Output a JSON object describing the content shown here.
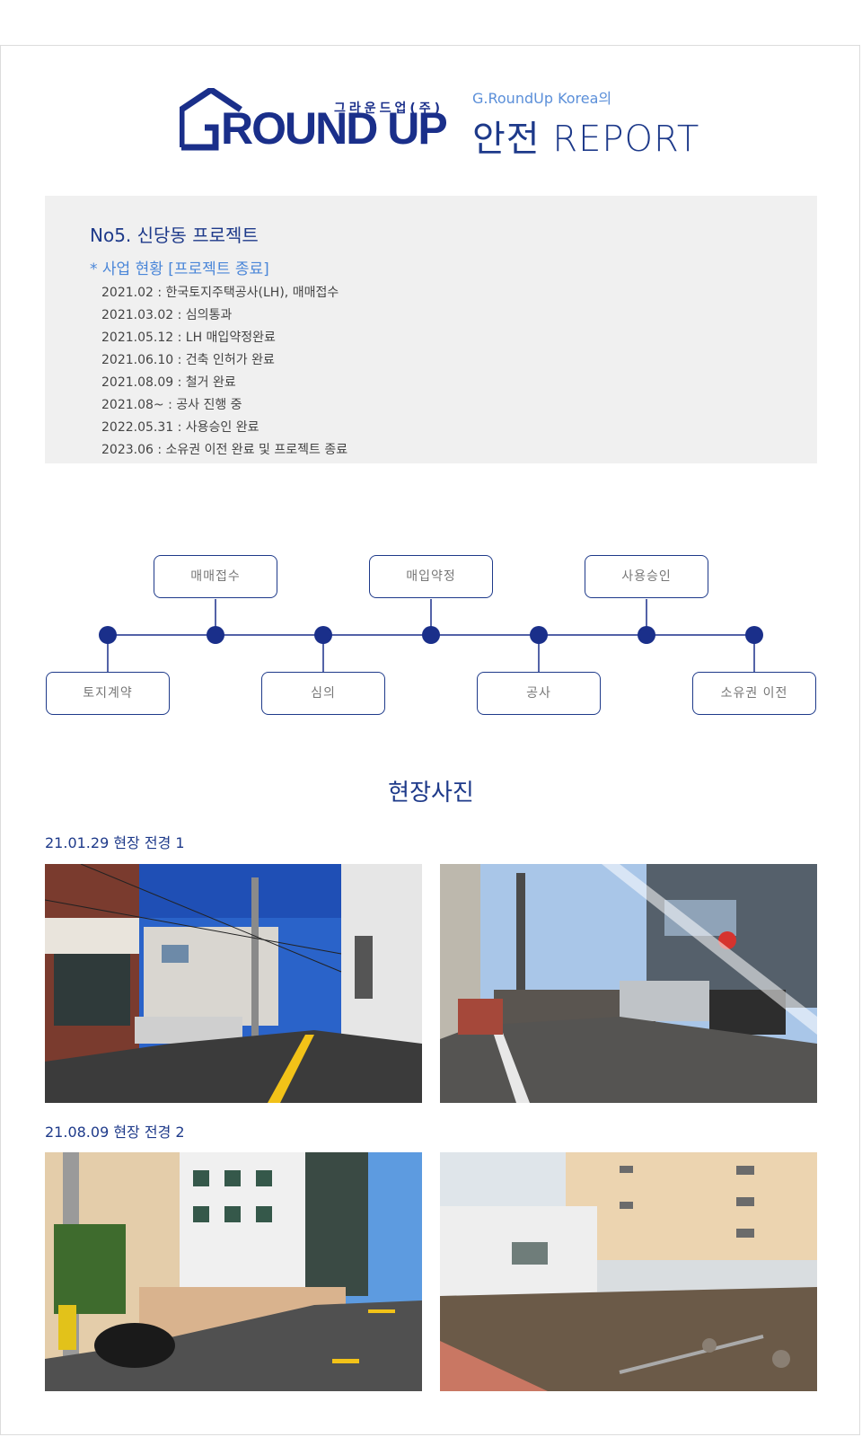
{
  "header": {
    "logo_small": "그라운드업(주)",
    "logo_main": "ROUND UP",
    "subtitle": "G.RoundUp Korea의",
    "title": "안전 REPORT",
    "brand_color": "#1a2f8a"
  },
  "project": {
    "title": "No5. 신당동  프로젝트",
    "status": "* 사업 현황 [프로젝트 종료]",
    "milestones": [
      "2021.02  : 한국토지주택공사(LH), 매매접수",
      "2021.03.02 : 심의통과",
      "2021.05.12 : LH 매입약정완료",
      "2021.06.10 : 건축 인허가 완료",
      "2021.08.09 : 철거 완료",
      "2021.08~ : 공사 진행 중",
      "2022.05.31 : 사용승인 완료",
      "2023.06 : 소유권 이전 완료 및 프로젝트 종료"
    ]
  },
  "timeline": {
    "top_labels": [
      "매매접수",
      "매입약정",
      "사용승인"
    ],
    "bottom_labels": [
      "토지계약",
      "심의",
      "공사",
      "소유권 이전"
    ],
    "line_color": "#1a2f8a"
  },
  "photos": {
    "section_title": "현장사진",
    "groups": [
      {
        "label": "21.01.29 현장 전경 1"
      },
      {
        "label": "21.08.09 현장 전경 2"
      }
    ]
  }
}
